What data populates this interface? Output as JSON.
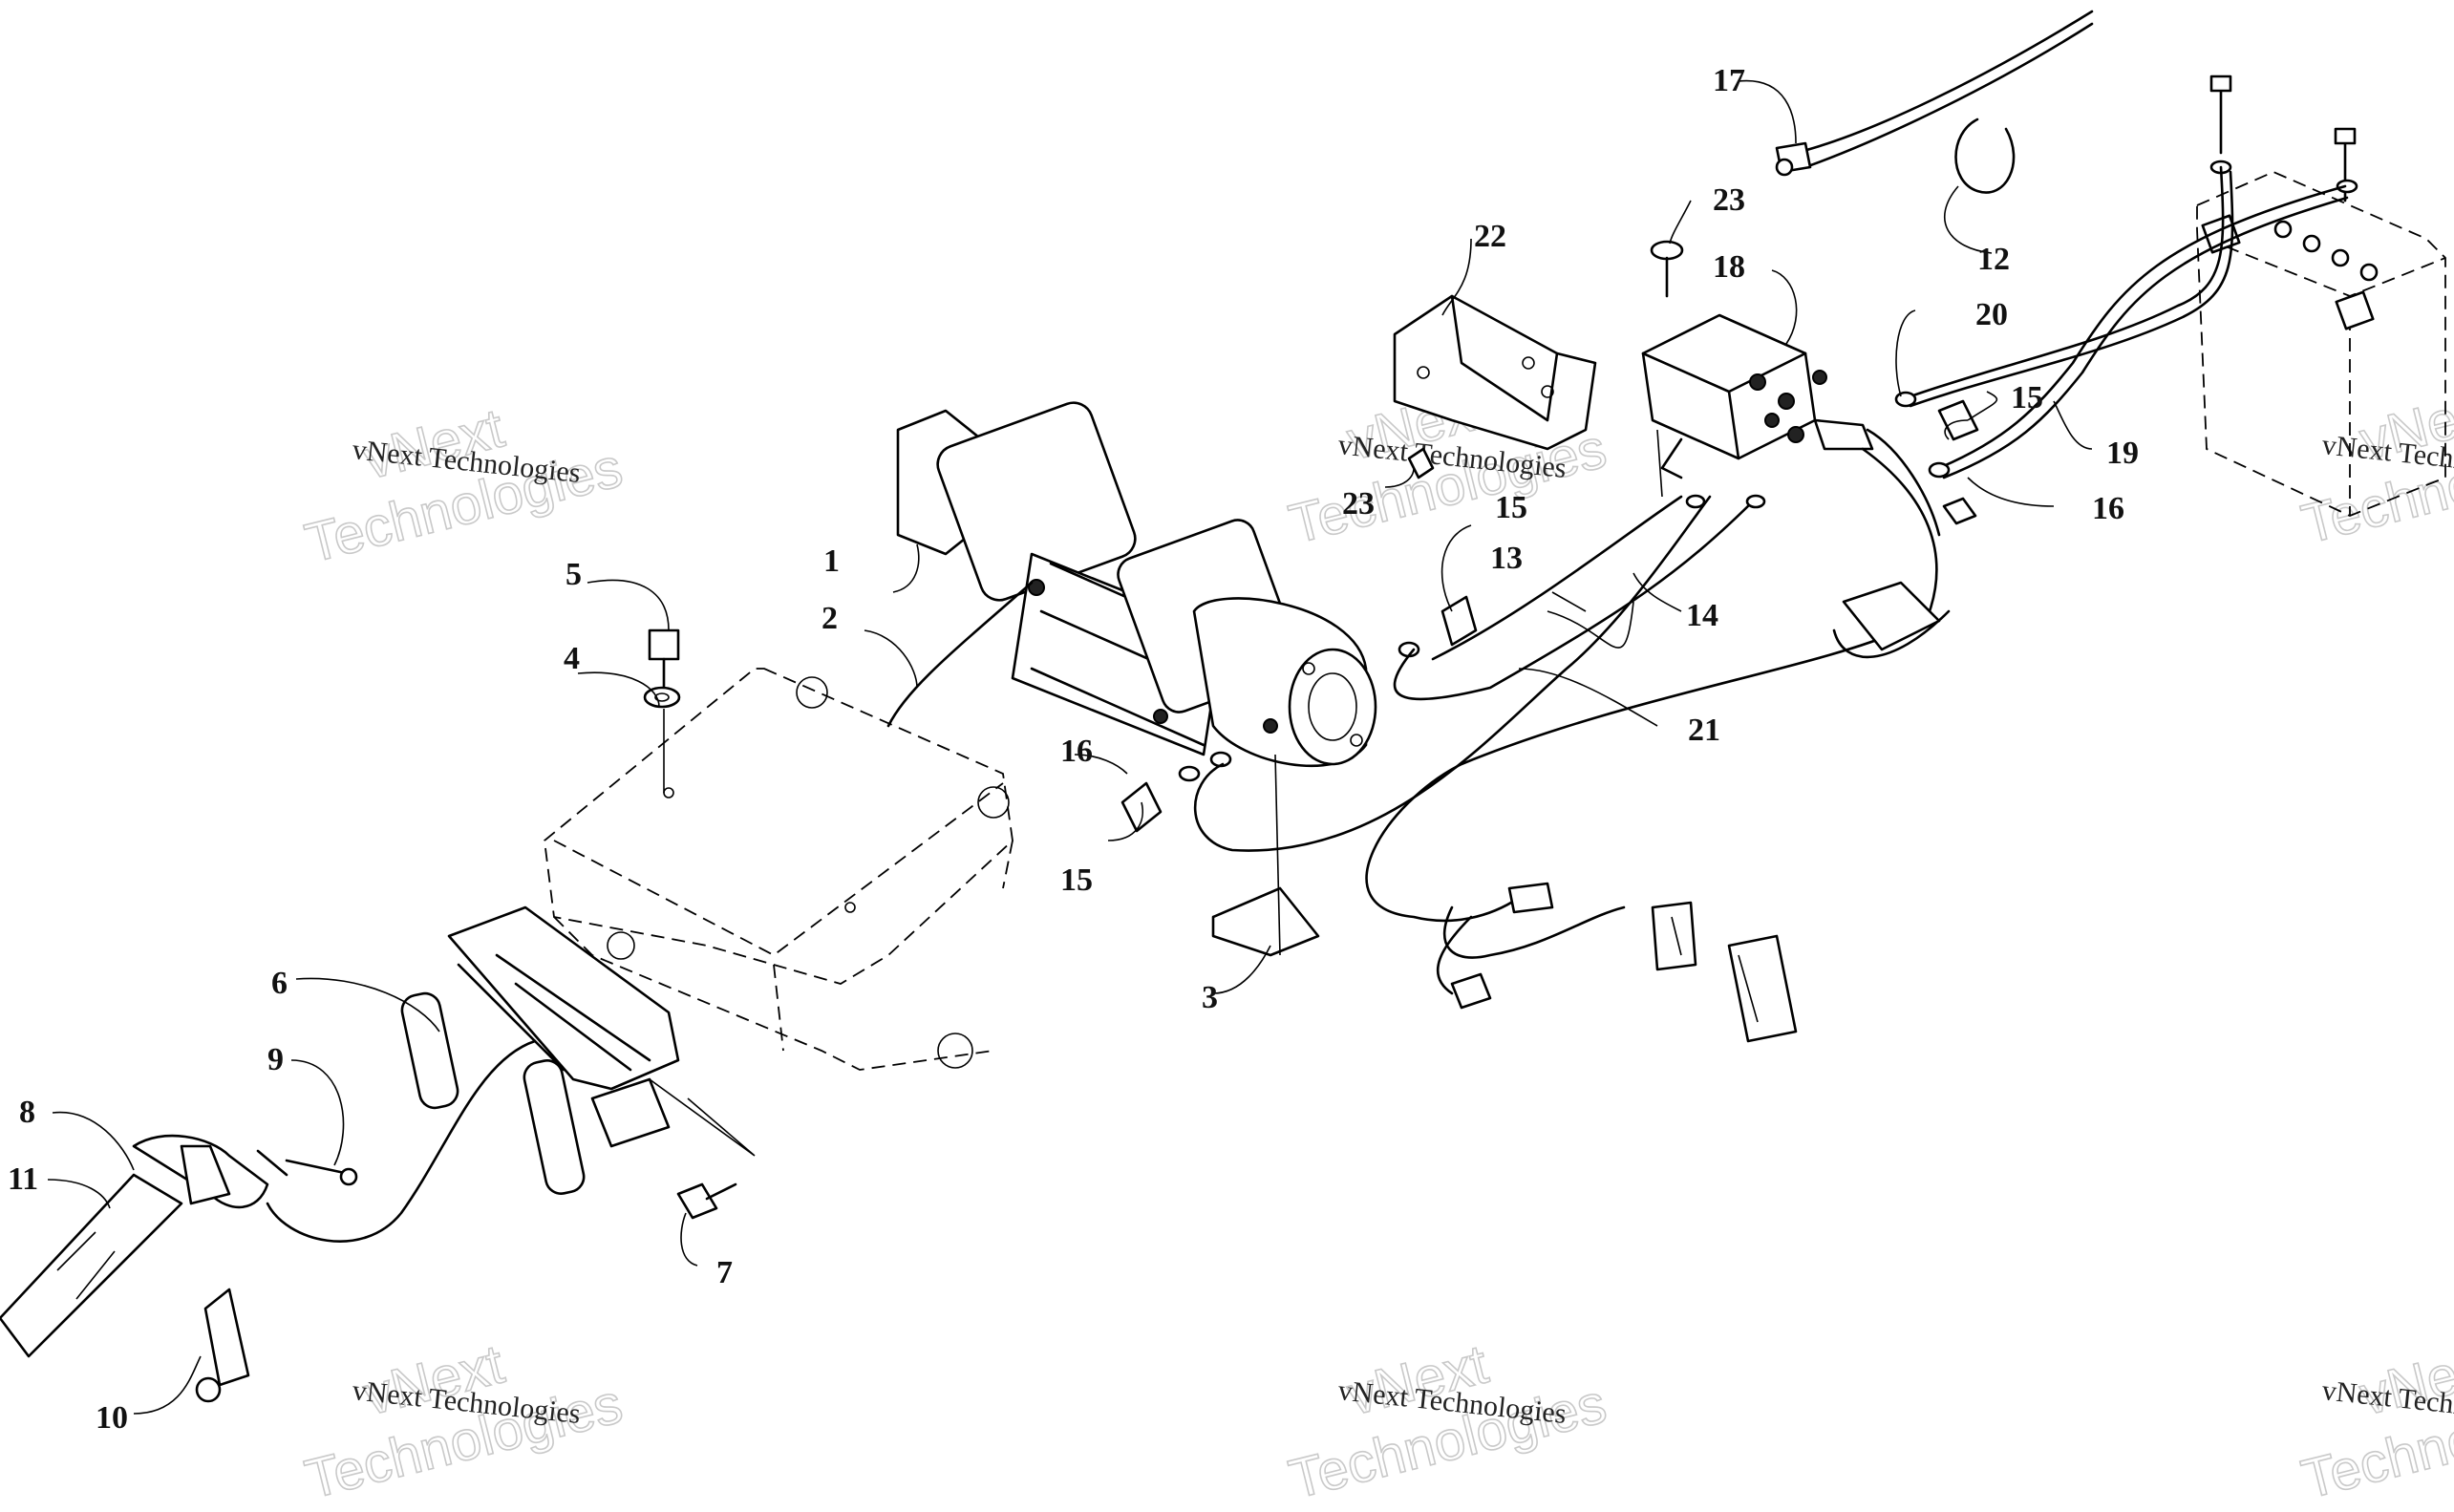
{
  "callouts": [
    {
      "id": "1",
      "label": "1"
    },
    {
      "id": "2",
      "label": "2"
    },
    {
      "id": "3",
      "label": "3"
    },
    {
      "id": "4",
      "label": "4"
    },
    {
      "id": "5",
      "label": "5"
    },
    {
      "id": "6",
      "label": "6"
    },
    {
      "id": "7",
      "label": "7"
    },
    {
      "id": "8",
      "label": "8"
    },
    {
      "id": "9",
      "label": "9"
    },
    {
      "id": "10",
      "label": "10"
    },
    {
      "id": "11",
      "label": "11"
    },
    {
      "id": "12",
      "label": "12"
    },
    {
      "id": "13",
      "label": "13"
    },
    {
      "id": "14",
      "label": "14"
    },
    {
      "id": "15a",
      "label": "15"
    },
    {
      "id": "15b",
      "label": "15"
    },
    {
      "id": "15c",
      "label": "15"
    },
    {
      "id": "16a",
      "label": "16"
    },
    {
      "id": "16b",
      "label": "16"
    },
    {
      "id": "17",
      "label": "17"
    },
    {
      "id": "18",
      "label": "18"
    },
    {
      "id": "19",
      "label": "19"
    },
    {
      "id": "20",
      "label": "20"
    },
    {
      "id": "21",
      "label": "21"
    },
    {
      "id": "22",
      "label": "22"
    },
    {
      "id": "23a",
      "label": "23"
    },
    {
      "id": "23b",
      "label": "23"
    }
  ],
  "watermark": {
    "company": "vNext Technologies",
    "logo_word_1": "vNext",
    "logo_word_2": "Technologies"
  }
}
